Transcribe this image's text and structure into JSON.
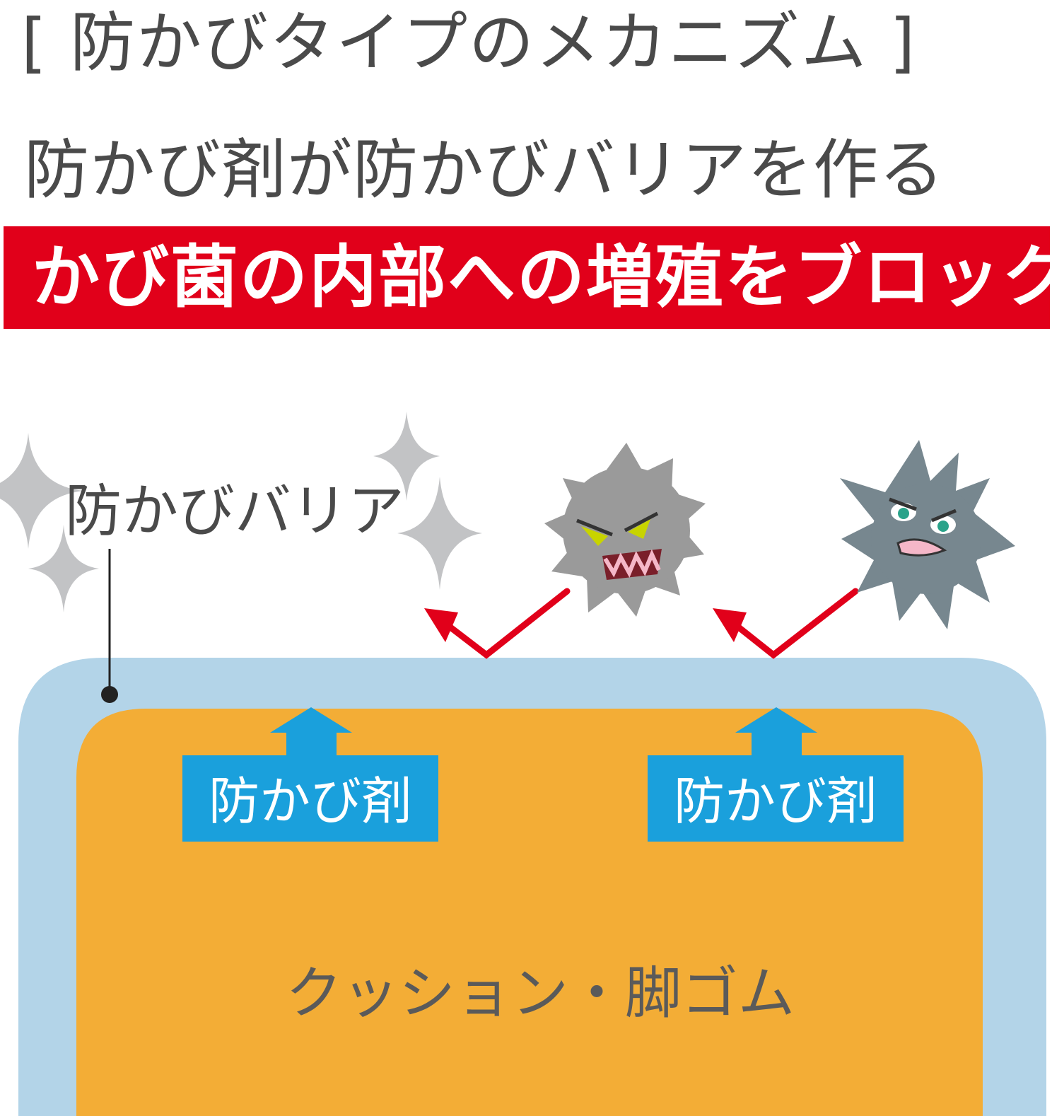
{
  "header": {
    "title": "[ 防かびタイプのメカニズム ]",
    "subtitle": "防かび剤が防かびバリアを作る",
    "banner": "かび菌の内部への増殖をブロック"
  },
  "diagram": {
    "barrier_label": "防かびバリア",
    "agent_label_left": "防かび剤",
    "agent_label_right": "防かび剤",
    "material_label": "クッション・脚ゴム"
  },
  "icons": [
    "sparkle-icon",
    "mold-germ-icon",
    "up-arrow-icon",
    "deflect-arrow-icon"
  ],
  "colors": {
    "text": "#4a4a4a",
    "banner": "#e1001a",
    "barrier": "#b3d4e8",
    "material": "#f3ad36",
    "agent": "#1aa0dc",
    "deflect_arrow": "#e1001a",
    "germ_light": "#9a9a9a",
    "germ_dark": "#77878f",
    "sparkle": "#c2c3c5"
  }
}
